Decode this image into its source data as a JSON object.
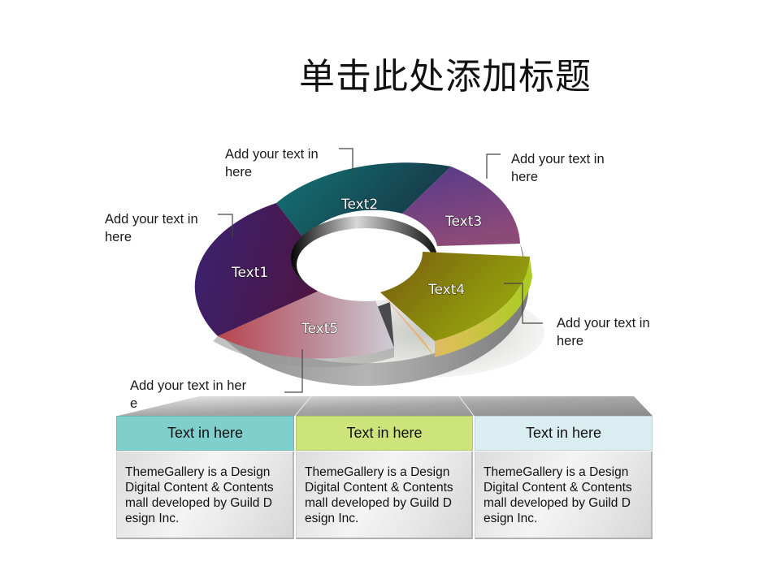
{
  "slide": {
    "title": "单击此处添加标题"
  },
  "donut": {
    "segments": [
      {
        "label": "Text1",
        "color_from": "#3b1f70",
        "color_to": "#4a1848"
      },
      {
        "label": "Text2",
        "color_from": "#0f6b6b",
        "color_to": "#163f4a"
      },
      {
        "label": "Text3",
        "color_from": "#5a3a8a",
        "color_to": "#8a4a7a"
      },
      {
        "label": "Text4",
        "color_from": "#7d6a10",
        "color_to": "#a6c21a"
      },
      {
        "label": "Text5",
        "color_from": "#b84a5a",
        "color_to": "#c8c0c8"
      }
    ]
  },
  "callouts": [
    {
      "id": "text2",
      "line1": "Add your text in",
      "line2": "here"
    },
    {
      "id": "text1",
      "line1": "Add your text in",
      "line2": "here"
    },
    {
      "id": "text3",
      "line1": "Add your text in",
      "line2": "here"
    },
    {
      "id": "text4",
      "line1": "Add your text in",
      "line2": "here"
    },
    {
      "id": "text5",
      "line1": "Add your text in her",
      "line2": "e"
    }
  ],
  "boxes": [
    {
      "header": "Text in here",
      "header_color": "#7fcfcc",
      "body": "ThemeGallery is a Design Digital Content & Contents mall developed by Guild D esign Inc."
    },
    {
      "header": "Text in here",
      "header_color": "#cde47a",
      "body": "ThemeGallery is a Design Digital Content & Contents mall developed by Guild D esign Inc."
    },
    {
      "header": "Text in here",
      "header_color": "#daedf0",
      "body": "ThemeGallery is a Design Digital Content & Contents mall developed by Guild D esign Inc."
    }
  ]
}
